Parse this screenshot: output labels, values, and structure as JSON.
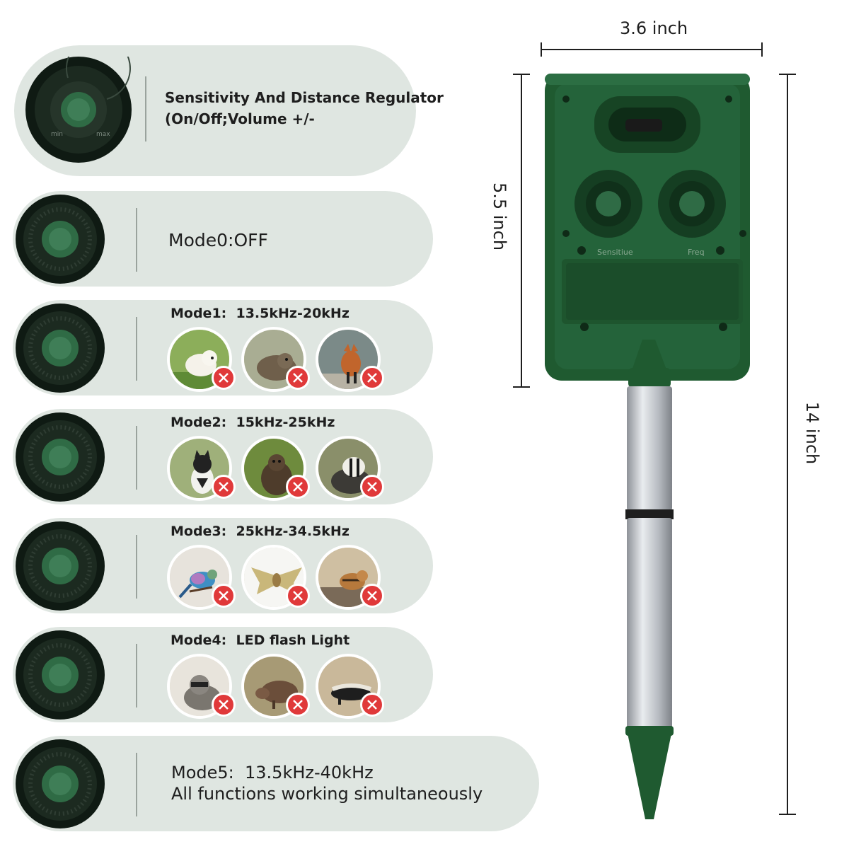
{
  "regulator": {
    "title": "Sensitivity And Distance Regulator",
    "subtitle": "(On/Off;Volume +/-"
  },
  "modes": [
    {
      "label": "Mode0:OFF",
      "animals": []
    },
    {
      "label": "Mode1:  13.5kHz-20kHz",
      "animals": [
        "dog-photo",
        "rat-photo",
        "fox-photo"
      ]
    },
    {
      "label": "Mode2:  15kHz-25kHz",
      "animals": [
        "cat-photo",
        "groundhog-photo",
        "badger-photo"
      ]
    },
    {
      "label": "Mode3:  25kHz-34.5kHz",
      "animals": [
        "bird-photo",
        "bat-photo",
        "chipmunk-photo"
      ]
    },
    {
      "label": "Mode4:  LED flash Light",
      "animals": [
        "raccoon-photo",
        "boar-photo",
        "honey-badger-photo"
      ]
    },
    {
      "label": "Mode5:  13.5kHz-40kHz",
      "line2": "All functions working simultaneously",
      "animals": []
    }
  ],
  "dimensions": {
    "width": "3.6 inch",
    "body_height": "5.5 inch",
    "total_height": "14 inch"
  },
  "device": {
    "knob_left_label": "Sensitiue",
    "knob_right_label": "Freq",
    "dial_min": "min",
    "dial_max": "max"
  },
  "colors": {
    "pill_bg": "#dfe6e1",
    "device_green": "#1f5a30",
    "knob_green": "#2f6b45",
    "x_badge": "#e0393a"
  }
}
